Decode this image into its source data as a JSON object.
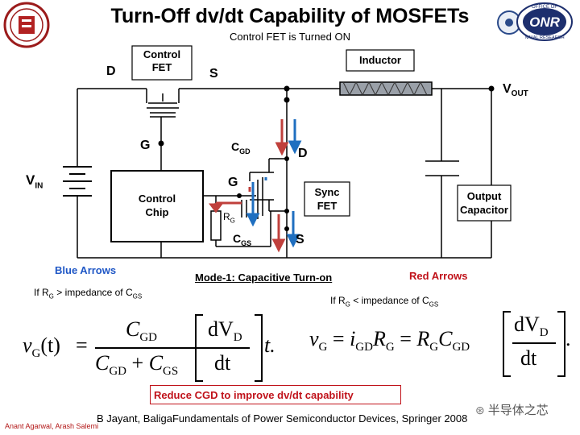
{
  "title": "Turn-Off dv/dt Capability of MOSFETs",
  "subtitle": "Control FET is Turned ON",
  "logos": {
    "left": {
      "name": "university-seal"
    },
    "right": {
      "name": "onr-seal",
      "text_top": "OFFICE OF",
      "text_main": "ONR",
      "text_bottom": "NAVAL RESEARCH"
    }
  },
  "diagram": {
    "control_fet": "Control\nFET",
    "control_fet_l1": "Control",
    "control_fet_l2": "FET",
    "d_top": "D",
    "s_top": "S",
    "g_left": "G",
    "inductor": "Inductor",
    "vout": "V",
    "vout_sub": "OUT",
    "vin": "V",
    "vin_sub": "IN",
    "control_chip_l1": "Control",
    "control_chip_l2": "Chip",
    "cgd": "C",
    "cgd_sub": "GD",
    "d_sync": "D",
    "g_sync": "G",
    "sync_fet_l1": "Sync",
    "sync_fet_l2": "FET",
    "rg": "R",
    "rg_sub": "G",
    "cgs": "C",
    "cgs_sub": "GS",
    "s_sync": "S",
    "output_cap_l1": "Output",
    "output_cap_l2": "Capacitor",
    "colors": {
      "blue_arrow": "#1f6fc0",
      "red_arrow": "#c0403c",
      "inductor_fill": "#9aa0a8"
    }
  },
  "legend": {
    "blue_label": "Blue Arrows",
    "mode_label": "Mode-1: Capacitive Turn-on",
    "red_label": "Red Arrows",
    "blue_condition": "If R",
    "blue_condition_sub": "G",
    "blue_condition_rest": " > impedance of C",
    "blue_condition_sub2": "GS",
    "red_condition": "If R",
    "red_condition_sub": "G",
    "red_condition_rest": " < impedance of C",
    "red_condition_sub2": "GS"
  },
  "equations": {
    "left": {
      "lhs_v": "v",
      "lhs_sub": "G",
      "lhs_arg": "(t)",
      "eq": "=",
      "num": "C",
      "num_sub": "GD",
      "den_a": "C",
      "den_a_sub": "GD",
      "den_plus": "+",
      "den_b": "C",
      "den_b_sub": "GS",
      "frac_num": "dV",
      "frac_num_sub": "D",
      "frac_den": "dt",
      "tail": "t."
    },
    "right": {
      "lhs_v": "v",
      "lhs_sub": "G",
      "eq1": "=",
      "i": "i",
      "i_sub": "GD",
      "r": "R",
      "r_sub": "G",
      "eq2": "=",
      "r2": "R",
      "r2_sub": "G",
      "c": "C",
      "c_sub": "GD",
      "frac_num": "dV",
      "frac_num_sub": "D",
      "frac_den": "dt",
      "tail": "."
    }
  },
  "callout": "Reduce CGD to improve dv/dt capability",
  "reference": "B Jayant, BaligaFundamentals of Power Semiconductor Devices, Springer 2008",
  "authors": "Anant Agarwal, Arash Salemi",
  "watermark": "半导体之芯"
}
